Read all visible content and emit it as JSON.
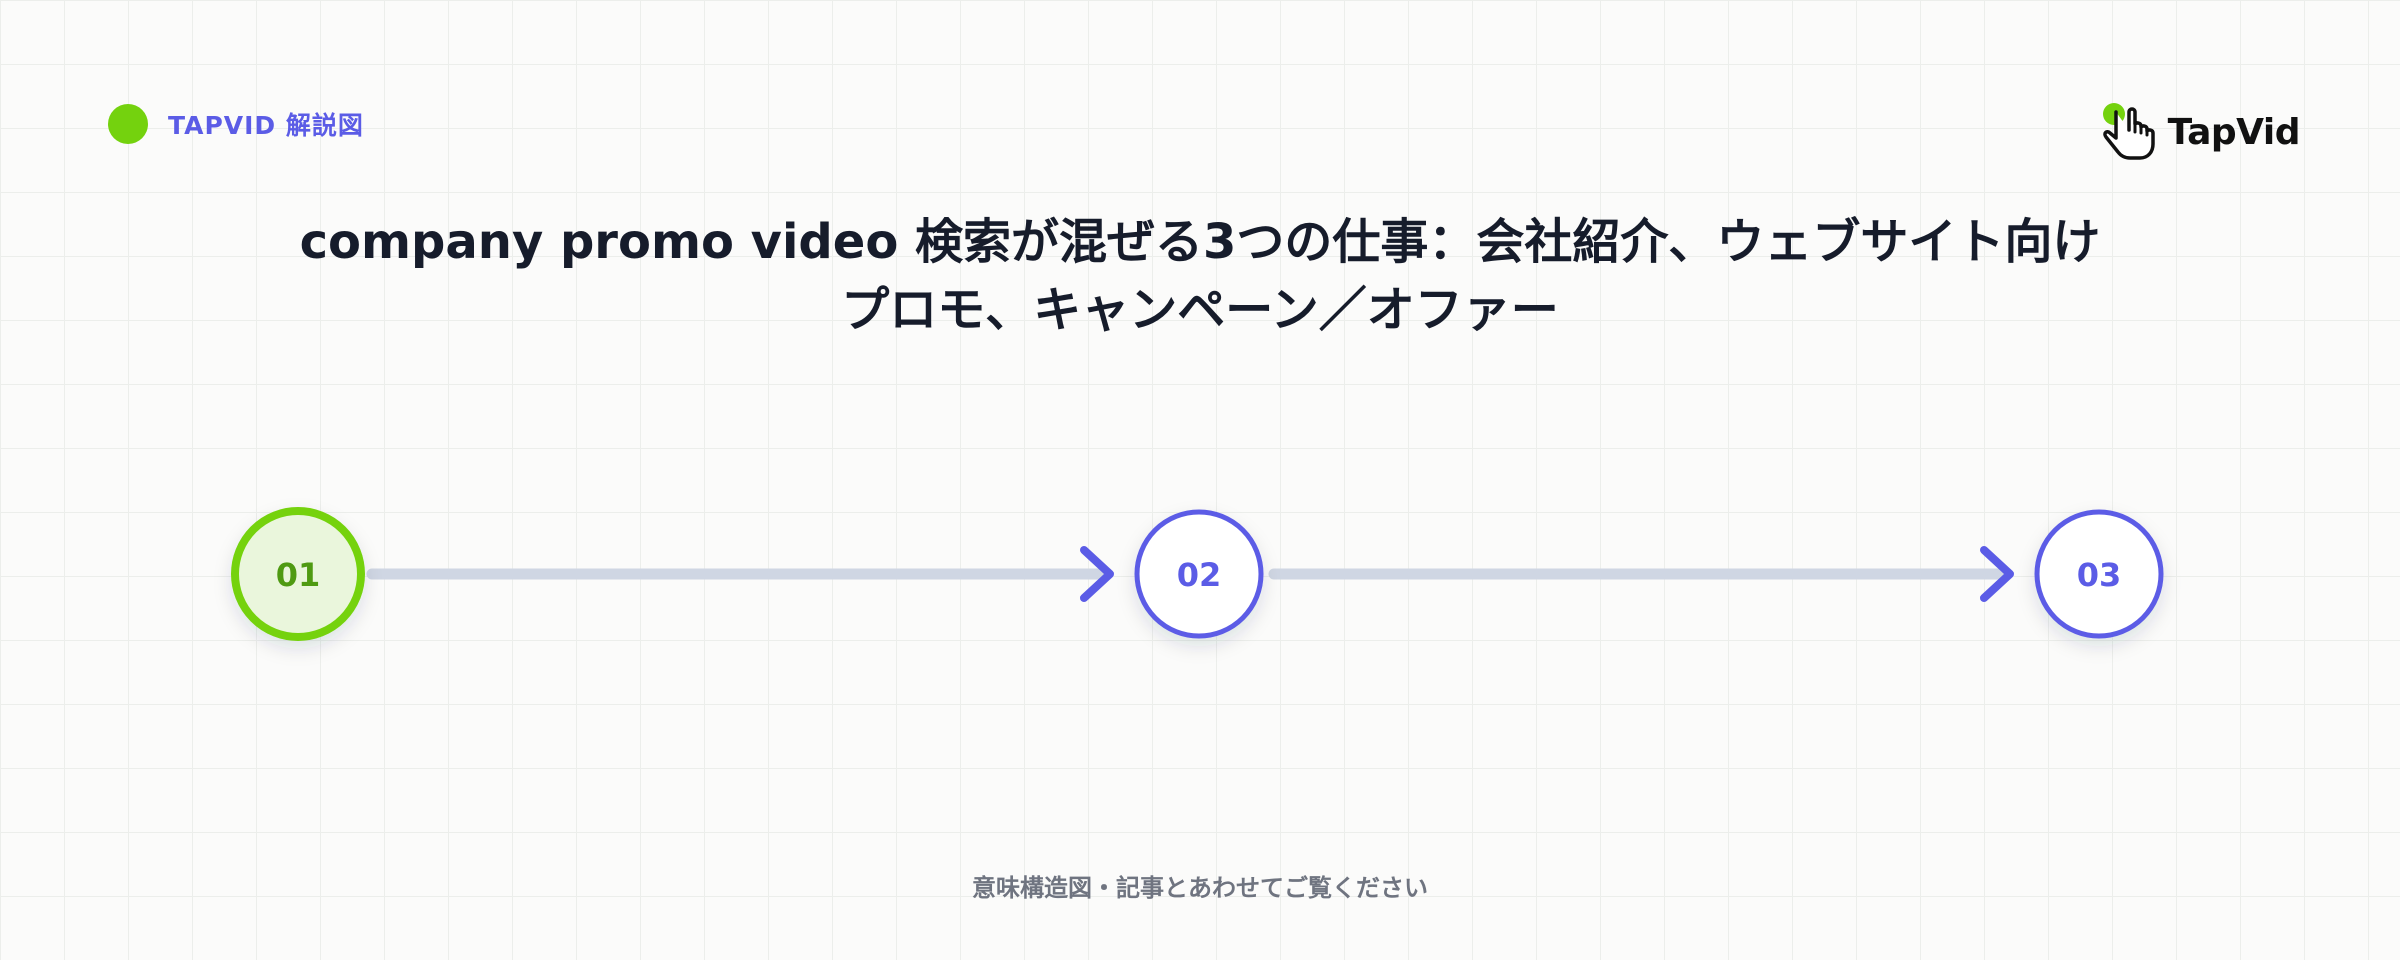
{
  "header": {
    "brand_label": "TAPVID 解説図",
    "logo_text": "TapVid",
    "logo_icon": "hand-pointer-icon"
  },
  "title": {
    "line1": "company promo video 検索が混ぜる3つの仕事：会社紹介、ウェブサイト向け",
    "line2": "プロモ、キャンペーン／オファー"
  },
  "steps": [
    {
      "label": "01",
      "state": "active"
    },
    {
      "label": "02",
      "state": "default"
    },
    {
      "label": "03",
      "state": "default"
    }
  ],
  "colors": {
    "accent_green": "#74d20e",
    "active_fill": "#eaf6dc",
    "active_text": "#4f9a12",
    "step_blue": "#5b5ce6",
    "connector": "#cfd6e3",
    "title": "#161c2b",
    "footer": "#6f7480"
  },
  "footer": {
    "note": "意味構造図・記事とあわせてご覧ください"
  }
}
